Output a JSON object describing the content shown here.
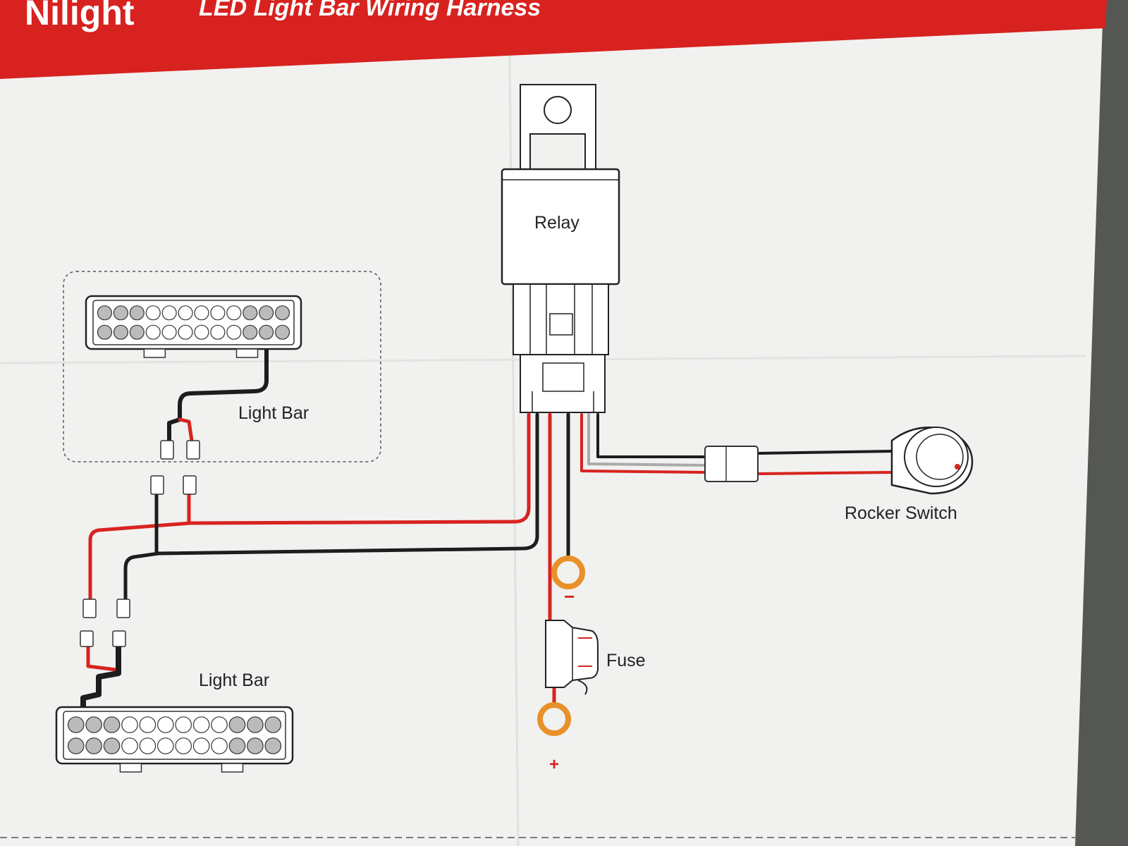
{
  "header": {
    "brand": "Nilight",
    "subtitle": "LED Light Bar Wiring Harness"
  },
  "labels": {
    "relay": "Relay",
    "light_bar_top": "Light Bar",
    "light_bar_bottom": "Light Bar",
    "rocker_switch": "Rocker Switch",
    "fuse": "Fuse",
    "negative": "−",
    "positive": "+"
  },
  "colors": {
    "header_red": "#d7221f",
    "wire_red": "#d8231f",
    "wire_black": "#1d1d1d",
    "ring_orange": "#e8912a",
    "paper": "#f1f1f0"
  }
}
